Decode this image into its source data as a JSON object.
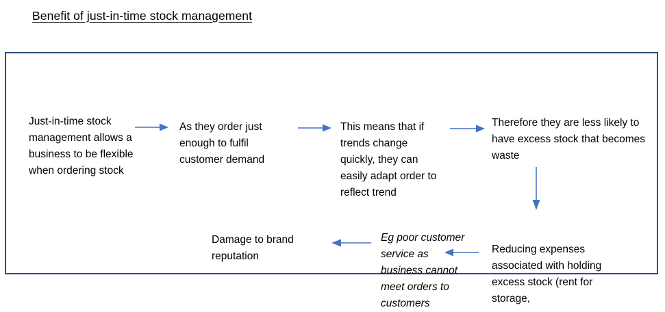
{
  "title": "Benefit of just-in-time stock management",
  "colors": {
    "frame_border": "#2E4D84",
    "arrow": "#4472C4",
    "text": "#000000"
  },
  "diagram": {
    "type": "flowchart",
    "nodes": [
      {
        "id": "node-1",
        "text": "Just-in-time stock management allows a business to be flexible when ordering stock",
        "style": "normal"
      },
      {
        "id": "node-2",
        "text": "As they order just enough to fulfil customer demand",
        "style": "normal"
      },
      {
        "id": "node-3",
        "text": "This means that if trends change quickly, they can easily adapt order to reflect trend",
        "style": "normal"
      },
      {
        "id": "node-4",
        "text": "Therefore they are less likely to have excess stock that becomes waste",
        "style": "normal"
      },
      {
        "id": "node-5",
        "text": "Reducing expenses associated with holding excess stock (rent for storage,",
        "style": "normal"
      },
      {
        "id": "node-6",
        "text": "Eg poor customer service as business cannot meet orders to customers",
        "style": "italic"
      },
      {
        "id": "node-7",
        "text": "Damage to brand reputation",
        "style": "normal"
      }
    ],
    "arrows": [
      {
        "id": "arrow-1",
        "direction": "right",
        "from": "node-1",
        "to": "node-2"
      },
      {
        "id": "arrow-2",
        "direction": "right",
        "from": "node-2",
        "to": "node-3"
      },
      {
        "id": "arrow-3",
        "direction": "right",
        "from": "node-3",
        "to": "node-4"
      },
      {
        "id": "arrow-4",
        "direction": "down",
        "from": "node-4",
        "to": "node-5"
      },
      {
        "id": "arrow-5",
        "direction": "left",
        "from": "node-5",
        "to": "node-6"
      },
      {
        "id": "arrow-6",
        "direction": "left",
        "from": "node-6",
        "to": "node-7"
      }
    ]
  }
}
